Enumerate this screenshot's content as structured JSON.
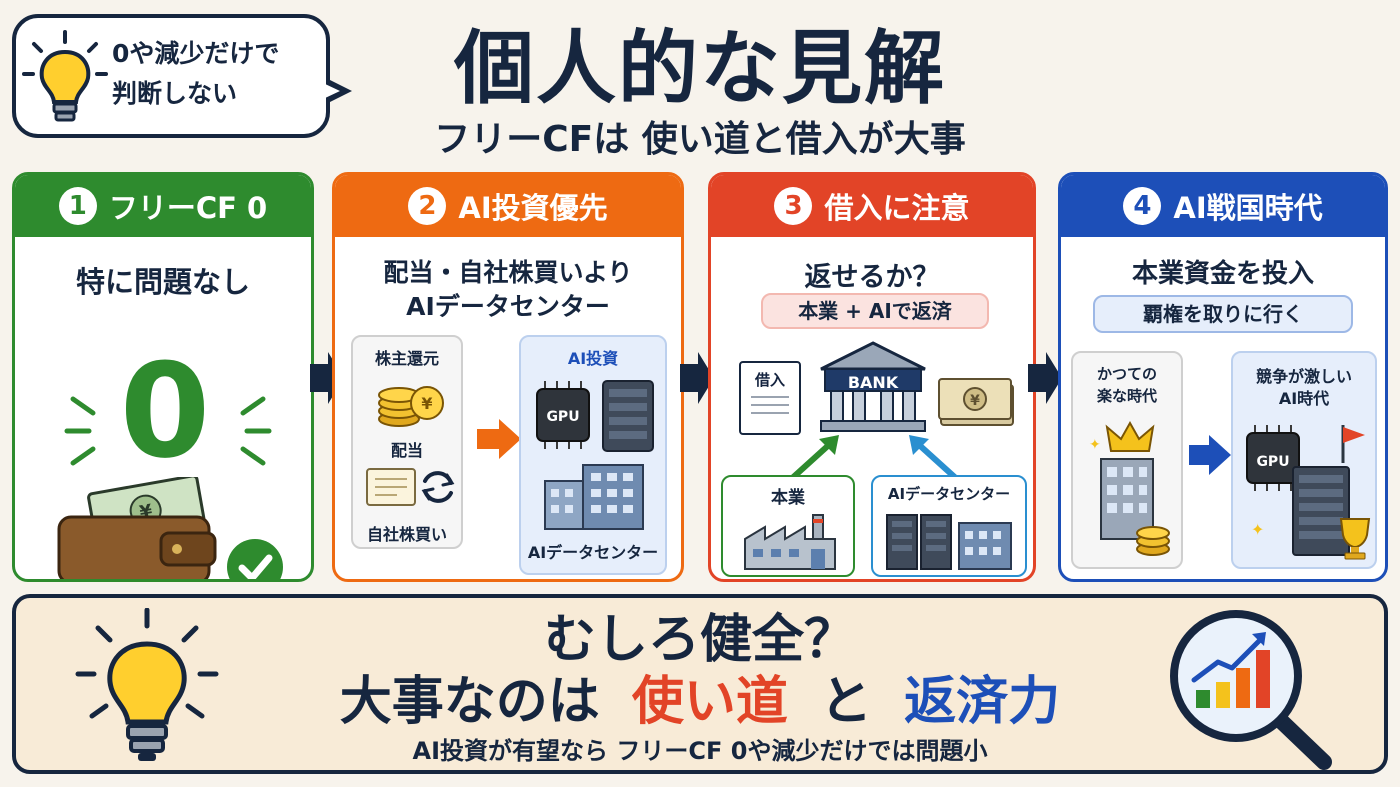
{
  "header": {
    "bubble_line1": "0や減少だけで",
    "bubble_line2": "判断しない",
    "title": "個人的な見解",
    "subtitle": "フリーCFは 使い道と借入が大事"
  },
  "cards": [
    {
      "number": "1",
      "title": "フリーCF 0",
      "color": "#2e8b2e",
      "line1": "特に問題なし",
      "big_value": "0"
    },
    {
      "number": "2",
      "title": "AI投資優先",
      "color": "#ee6a12",
      "line1": "配当・自社株買いより",
      "line2": "AIデータセンター",
      "left_box_title": "株主還元",
      "dividend_label": "配当",
      "buyback_label": "自社株買い",
      "right_box_title": "AI投資",
      "gpu_label": "GPU",
      "dc_label": "AIデータセンター"
    },
    {
      "number": "3",
      "title": "借入に注意",
      "color": "#e24427",
      "line1": "返せるか？",
      "pill": "本業 + AIで返済",
      "doc_label": "借入",
      "bank_label": "BANK",
      "core_label": "本業",
      "dc_label": "AIデータセンター"
    },
    {
      "number": "4",
      "title": "AI戦国時代",
      "color": "#1d4fb8",
      "line1": "本業資金を投入",
      "pill": "覇権を取りに行く",
      "past_line1": "かつての",
      "past_line2": "楽な時代",
      "now_line1": "競争が激しい",
      "now_line2": "AI時代",
      "gpu_label": "GPU"
    }
  ],
  "bottom": {
    "line1": "むしろ健全？",
    "line2_prefix": "大事なのは",
    "line2_red": "使い道",
    "line2_mid": "と",
    "line2_blue": "返済力",
    "line3": "AI投資が有望なら フリーCF 0や減少だけでは問題小"
  },
  "colors": {
    "navy": "#16263f",
    "green": "#2e8b2e",
    "orange": "#ee6a12",
    "red": "#e24427",
    "blue": "#1d4fb8",
    "bottom_bg": "#f8ebd7"
  },
  "icons": [
    "lightbulb-icon",
    "wallet-icon",
    "check-icon",
    "coins-icon",
    "certificate-icon",
    "refresh-icon",
    "gpu-chip-icon",
    "server-icon",
    "building-icon",
    "document-icon",
    "bank-icon",
    "banknote-icon",
    "factory-icon",
    "crown-icon",
    "flag-icon",
    "trophy-icon",
    "magnifier-chart-icon",
    "arrow-icon"
  ]
}
